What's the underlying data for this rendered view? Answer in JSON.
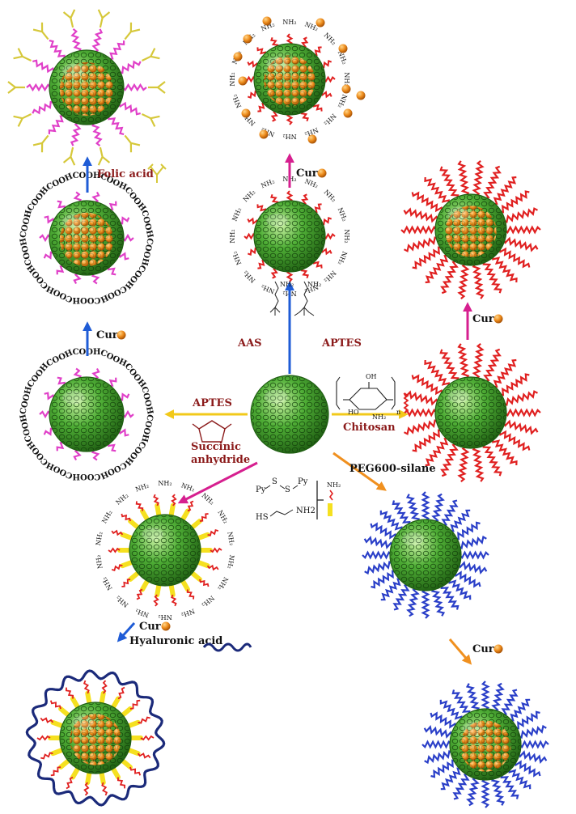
{
  "labels": {
    "folic_acid": "Folic acid",
    "cur_1": "Cur",
    "cur_2": "Cur",
    "cur_3": "Cur",
    "cur_4": "Cur",
    "cur_5": "Cur",
    "aas": "AAS",
    "aptes_top": "APTES",
    "aptes_left": "APTES",
    "succinic": "Succinic",
    "anhydride": "anhydride",
    "chitosan": "Chitosan",
    "peg_silane": "PEG600-silane",
    "hyaluronic": "Hyaluronic acid",
    "py1": "Py",
    "py2": "Py",
    "s1": "S",
    "s2": "S",
    "hs": "HS",
    "nh2_cys": "NH2",
    "nh2_link": "NH₂",
    "oh": "OH",
    "ho": "HO",
    "nh2_chit": "NH₂",
    "n_sub": "n"
  },
  "groups": {
    "amine": "NH₂",
    "carboxyl": "COOH"
  },
  "colors": {
    "sphere": "#3f9e2c",
    "sphere_dark": "#1f5e12",
    "core": "#e8891c",
    "arrow_blue": "#1f5cd6",
    "arrow_magenta": "#d61f8f",
    "arrow_yellow": "#f2c91a",
    "arrow_orange": "#f0901f",
    "label_red": "#8b1a1a",
    "label_dark": "#111111",
    "chain_red": "#e02020",
    "chain_blue": "#2a3fc8",
    "chain_magenta": "#e040c8",
    "chain_yellow": "#f5e020",
    "antibody": "#d6c83a",
    "ha_navy": "#1b2a7a"
  }
}
